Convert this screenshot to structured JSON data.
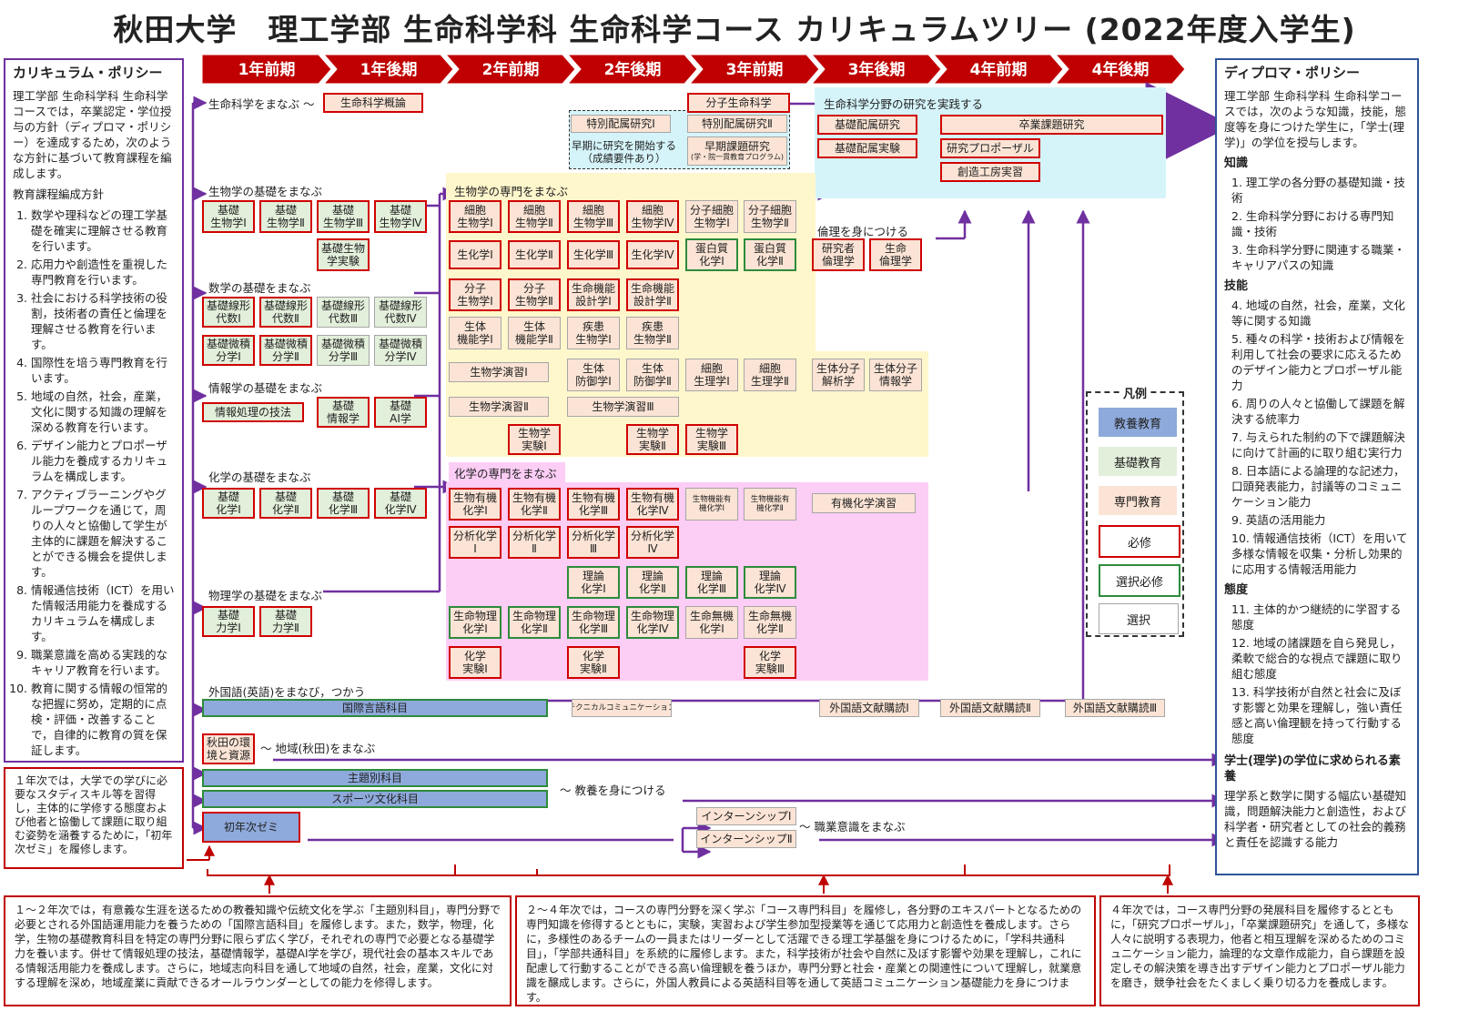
{
  "title": "秋田大学　理工学部 生命科学科 生命科学コース カリキュラムツリー (2022年度入学生)",
  "semesters": [
    "1年前期",
    "1年後期",
    "2年前期",
    "2年後期",
    "3年前期",
    "3年後期",
    "4年前期",
    "4年後期"
  ],
  "curriculum_policy": {
    "heading": "カリキュラム・ポリシー",
    "intro": "理工学部 生命科学科 生命科学コースでは，卒業認定・学位授与の方針（ディプロマ・ポリシー）を達成するため，次のような方針に基づいて教育課程を編成します。",
    "subheading": "教育課程編成方針",
    "items": [
      "数学や理科などの理工学基礎を確実に理解させる教育を行います。",
      "応用力や創造性を重視した専門教育を行います。",
      "社会における科学技術の役割，技術者の責任と倫理を理解させる教育を行います。",
      "国際性を培う専門教育を行います。",
      "地域の自然，社会，産業，文化に関する知識の理解を深める教育を行います。",
      "デザイン能力とプロポーザル能力を養成するカリキュラムを構成します。",
      "アクティブラーニングやグループワークを通じて，周りの人々と協働して学生が主体的に課題を解決することができる機会を提供します。",
      "情報通信技術（ICT）を用いた情報活用能力を養成するカリキュラムを構成します。",
      "職業意識を高める実践的なキャリア教育を行います。",
      "教育に関する情報の恒常的な把握に努め，定期的に点検・評価・改善することで，自律的に教育の質を保証します。"
    ]
  },
  "diploma_policy": {
    "heading": "ディプロマ・ポリシー",
    "intro": "理工学部 生命科学科 生命科学コースでは，次のような知識，技能，態度等を身につけた学生に，「学士(理学)」の学位を授与します。",
    "sections": [
      {
        "name": "知識",
        "items": [
          "1. 理工学の各分野の基礎知識・技術",
          "2. 生命科学分野における専門知識・技術",
          "3. 生命科学分野に関連する職業・キャリアパスの知識"
        ]
      },
      {
        "name": "技能",
        "items": [
          "4. 地域の自然，社会，産業，文化等に関する知識",
          "5. 種々の科学・技術および情報を利用して社会の要求に応えるためのデザイン能力とプロポーザル能力",
          "6. 周りの人々と協働して課題を解決する統率力",
          "7. 与えられた制約の下で課題解決に向けて計画的に取り組む実行力",
          "8. 日本語による論理的な記述力，口頭発表能力，討議等のコミュニケーション能力",
          "9. 英語の活用能力",
          "10. 情報通信技術（ICT）を用いて多様な情報を収集・分析し効果的に応用する情報活用能力"
        ]
      },
      {
        "name": "態度",
        "items": [
          "11. 主体的かつ継続的に学習する態度",
          "12. 地域の諸課題を自ら発見し，柔軟で総合的な視点で課題に取り組む態度",
          "13. 科学技術が自然と社会に及ぼす影響と効果を理解し，強い責任感と高い倫理観を持って行動する態度"
        ]
      }
    ],
    "bachelor_heading": "学士(理学)の学位に求められる素養",
    "bachelor_text": "理学系と数学に関する幅広い基礎知識，問題解決能力と創造性，および科学者・研究者としての社会的義務と責任を認識する能力"
  },
  "labels": {
    "l1": "生命科学をまなぶ 〜",
    "l2": "生物学の基礎をまなぶ",
    "l3": "数学の基礎をまなぶ",
    "l4": "情報学の基礎をまなぶ",
    "l5": "化学の基礎をまなぶ",
    "l6": "物理学の基礎をまなぶ",
    "l7": "外国語(英語)をまなび，つかう",
    "l8": "〜 地域(秋田)をまなぶ",
    "l9": "〜 教養を身につける",
    "l10": "〜 職業意識をまなぶ",
    "l11": "生命科学分野の研究を実践する",
    "l12": "倫理を身につける",
    "l13": "早期に研究を開始する\n（成績要件あり）",
    "bio_spec": "生物学の専門をまなぶ",
    "chem_spec": "化学の専門をまなぶ"
  },
  "courses": {
    "c_gairon": "生命科学概論",
    "c_bunshi": "分子生命科学",
    "c_tokubetsu1": "特別配属研究Ⅰ",
    "c_tokubetsu2": "特別配属研究Ⅱ",
    "c_soki": "早期課題研究",
    "c_soki_sub": "(学・院一貫教育プログラム)",
    "c_kiso_kenkyu": "基礎配属研究",
    "c_kiso_jikken": "基礎配属実験",
    "c_sotsugyo": "卒業課題研究",
    "c_proposal": "研究プロポーザル",
    "c_sozo": "創造工房実習",
    "bio1": "基礎\n生物学Ⅰ",
    "bio2": "基礎\n生物学Ⅱ",
    "bio3": "基礎\n生物学Ⅲ",
    "bio4": "基礎\n生物学Ⅳ",
    "bio_exp": "基礎生物\n学実験",
    "lin1": "基礎線形\n代数Ⅰ",
    "lin2": "基礎線形\n代数Ⅱ",
    "lin3": "基礎線形\n代数Ⅲ",
    "lin4": "基礎線形\n代数Ⅳ",
    "cal1": "基礎微積\n分学Ⅰ",
    "cal2": "基礎微積\n分学Ⅱ",
    "cal3": "基礎微積\n分学Ⅲ",
    "cal4": "基礎微積\n分学Ⅳ",
    "info_tech": "情報処理の技法",
    "info_basic": "基礎\n情報学",
    "info_ai": "基礎\nAI学",
    "chem1": "基礎\n化学Ⅰ",
    "chem2": "基礎\n化学Ⅱ",
    "chem3": "基礎\n化学Ⅲ",
    "chem4": "基礎\n化学Ⅳ",
    "mech1": "基礎\n力学Ⅰ",
    "mech2": "基礎\n力学Ⅱ",
    "cell1": "細胞\n生物学Ⅰ",
    "cell2": "細胞\n生物学Ⅱ",
    "cell3": "細胞\n生物学Ⅲ",
    "cell4": "細胞\n生物学Ⅳ",
    "mcell1": "分子細胞\n生物学Ⅰ",
    "mcell2": "分子細胞\n生物学Ⅱ",
    "bchem1": "生化学Ⅰ",
    "bchem2": "生化学Ⅱ",
    "bchem3": "生化学Ⅲ",
    "bchem4": "生化学Ⅳ",
    "prot1": "蛋白質\n化学Ⅰ",
    "prot2": "蛋白質\n化学Ⅱ",
    "mbio1": "分子\n生物学Ⅰ",
    "mbio2": "分子\n生物学Ⅱ",
    "design1": "生命機能\n設計学Ⅰ",
    "design2": "生命機能\n設計学Ⅱ",
    "func1": "生体\n機能学Ⅰ",
    "func2": "生体\n機能学Ⅱ",
    "dis1": "疾患\n生物学Ⅰ",
    "dis2": "疾患\n生物学Ⅱ",
    "ex_bio1": "生物学演習Ⅰ",
    "ex_bio2": "生物学演習Ⅱ",
    "ex_bio3": "生物学演習Ⅲ",
    "def1": "生体\n防御学Ⅰ",
    "def2": "生体\n防御学Ⅱ",
    "phys1": "細胞\n生理学Ⅰ",
    "phys2": "細胞\n生理学Ⅱ",
    "anal_bio": "生体分子\n解析学",
    "info_bio": "生体分子\n情報学",
    "lab_bio1": "生物学\n実験Ⅰ",
    "lab_bio2": "生物学\n実験Ⅱ",
    "lab_bio3": "生物学\n実験Ⅲ",
    "ethics_res": "研究者\n倫理学",
    "ethics_life": "生命\n倫理学",
    "org1": "生物有機\n化学Ⅰ",
    "org2": "生物有機\n化学Ⅱ",
    "org3": "生物有機\n化学Ⅲ",
    "org4": "生物有機\n化学Ⅳ",
    "forg1": "生物機能有\n機化学Ⅰ",
    "forg2": "生物機能有\n機化学Ⅱ",
    "org_ex": "有機化学演習",
    "an1": "分析化学\nⅠ",
    "an2": "分析化学\nⅡ",
    "an3": "分析化学\nⅢ",
    "an4": "分析化学\nⅣ",
    "th1": "理論\n化学Ⅰ",
    "th2": "理論\n化学Ⅱ",
    "th3": "理論\n化学Ⅲ",
    "th4": "理論\n化学Ⅳ",
    "pc1": "生命物理\n化学Ⅰ",
    "pc2": "生命物理\n化学Ⅱ",
    "pc3": "生命物理\n化学Ⅲ",
    "pc4": "生命物理\n化学Ⅳ",
    "inorg1": "生命無機\n化学Ⅰ",
    "inorg2": "生命無機\n化学Ⅱ",
    "lab_ch1": "化学\n実験Ⅰ",
    "lab_ch2": "化学\n実験Ⅱ",
    "lab_ch3": "化学\n実験Ⅲ",
    "intl_lang": "国際言語科目",
    "tech_comm": "テクニカルコミュニケーション",
    "lit1": "外国語文献購読Ⅰ",
    "lit2": "外国語文献購読Ⅱ",
    "lit3": "外国語文献購読Ⅲ",
    "akita": "秋田の環\n境と資源",
    "theme": "主題別科目",
    "sports": "スポーツ文化科目",
    "seminar": "初年次ゼミ",
    "intern1": "インターンシップⅠ",
    "intern2": "インターンシップⅡ"
  },
  "legend": {
    "title": "凡例",
    "items": [
      "教養教育",
      "基礎教育",
      "専門教育",
      "必修",
      "選択必修",
      "選択"
    ]
  },
  "notes": {
    "first_year": "１年次では，大学での学びに必要なスタディスキル等を習得し，主体的に学修する態度および他者と協働して課題に取り組む姿勢を涵養するために，「初年次ゼミ」を履修します。",
    "bottom1": "１～２年次では，有意義な生涯を送るための教養知識や伝統文化を学ぶ「主題別科目」，専門分野で必要とされる外国語運用能力を養うための「国際言語科目」を履修します。また，数学，物理，化学，生物の基礎教育科目を特定の専門分野に限らず広く学び，それぞれの専門で必要となる基礎学力を養います。併せて情報処理の技法，基礎情報学，基礎AI学を学び，現代社会の基本スキルである情報活用能力を養成します。さらに，地域志向科目を通して地域の自然，社会，産業，文化に対する理解を深め，地域産業に貢献できるオールラウンダーとしての能力を修得します。",
    "bottom2": "２～４年次では，コースの専門分野を深く学ぶ「コース専門科目」を履修し，各分野のエキスパートとなるための専門知識を修得するとともに，実験，実習および学生参加型授業等を通じて応用力と創造性を養成します。さらに，多様性のあるチームの一員またはリーダーとして活躍できる理工学基盤を身につけるために，「学科共通科目」，「学部共通科目」を系統的に履修します。また，科学技術が社会や自然に及ぼす影響や効果を理解し，これに配慮して行動することができる高い倫理観を養うほか，専門分野と社会・産業との関連性について理解し，就業意識を醸成します。さらに，外国人教員による英語科目等を通して英語コミュニケーション基礎能力を身につけます。",
    "bottom3": "４年次では，コース専門分野の発展科目を履修するとともに，「研究プロポーザル」，「卒業課題研究」を通して，多様な人々に説明する表現力，他者と相互理解を深めるためのコミュニケーション能力，論理的な文章作成能力，自ら課題を設定しその解決策を導き出すデザイン能力とプロポーザル能力を磨き，競争社会をたくましく乗り切る力を養成します。"
  },
  "colors": {
    "accent": "#c00000",
    "arrow": "#7030a0",
    "general": "#8ea9db",
    "basic": "#e2efda",
    "specialized": "#fbe4d5",
    "required_border": "#d00000",
    "elective_required_border": "#2e8b3c",
    "elective_border": "#a6a6a6",
    "research_area": "#d5f4fa",
    "bio_area": "#fff7cc",
    "chem_area": "#fccdf5"
  }
}
